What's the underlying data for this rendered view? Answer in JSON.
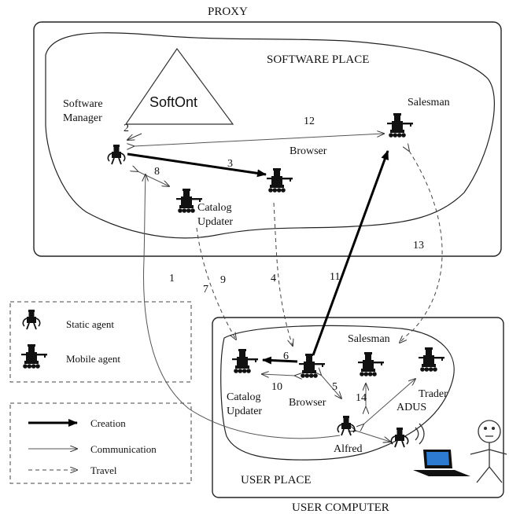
{
  "regions": {
    "proxy": "PROXY",
    "software_place": "SOFTWARE PLACE",
    "user_place": "USER PLACE",
    "user_computer": "USER COMPUTER"
  },
  "ontology": "SoftOnt",
  "agents": {
    "software_manager": "Software\nManager",
    "salesman_proxy": "Salesman",
    "browser_proxy": "Browser",
    "catalog_updater_proxy": "Catalog\nUpdater",
    "salesman_user": "Salesman",
    "catalog_updater_user": "Catalog\nUpdater",
    "browser_user": "Browser",
    "trader": "Trader",
    "adus": "ADUS",
    "alfred": "Alfred"
  },
  "arrows": {
    "a1": "1",
    "a2": "2",
    "a3": "3",
    "a4": "4",
    "a5": "5",
    "a6": "6",
    "a7": "7",
    "a8": "8",
    "a9": "9",
    "a10": "10",
    "a11": "11",
    "a12": "12",
    "a13": "13",
    "a14": "14"
  },
  "agent_legend": {
    "static": "Static agent",
    "mobile": "Mobile agent"
  },
  "arrow_legend": {
    "creation": "Creation",
    "communication": "Communication",
    "travel": "Travel"
  }
}
